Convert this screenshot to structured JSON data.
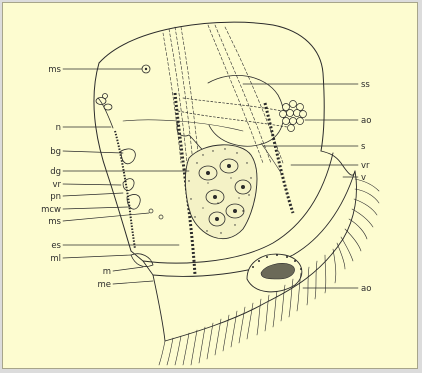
{
  "colors": {
    "page_background": "#dcdcdc",
    "figure_background": "#fdfcd0",
    "frame": "#a7a58a",
    "ink": "#2b2b2b"
  },
  "labels": {
    "ms_top": "ms",
    "n": "n",
    "bg": "bg",
    "dg": "dg",
    "vr_left": "vr",
    "pn": "pn",
    "mcw": "mcw",
    "ms_left": "ms",
    "es": "es",
    "ml": "ml",
    "m": "m",
    "me": "me",
    "ss": "ss",
    "ao_top": "ao",
    "s": "s",
    "vr_right": "vr",
    "v": "v",
    "ao_bottom": "ao"
  }
}
